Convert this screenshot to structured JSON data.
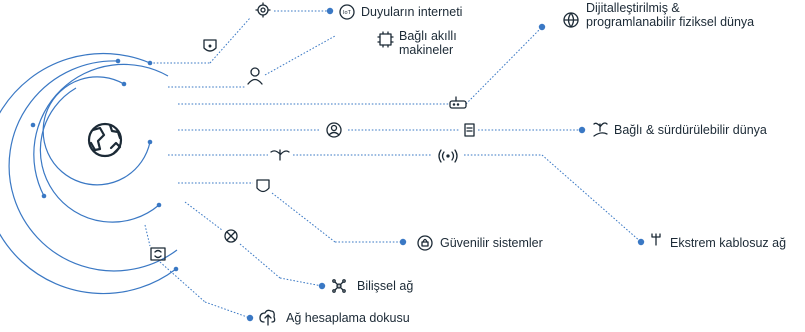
{
  "colors": {
    "accent": "#3a78c4",
    "line": "#3a78c4",
    "icon": "#1c2a36",
    "background": "#ffffff"
  },
  "center_icon": "globe-icon",
  "nodes": [
    {
      "id": "iot",
      "icon": "iot-circle-icon",
      "label_lines": [
        "Duyuların interneti"
      ]
    },
    {
      "id": "digital",
      "icon": "globe-icon",
      "label_lines": [
        "Dijitalleştirilmiş &",
        "programlanabilir fiziksel dünya"
      ]
    },
    {
      "id": "smart",
      "icon": "ai-chip-icon",
      "label_lines": [
        "Bağlı akıllı",
        "makineler"
      ]
    },
    {
      "id": "sustain",
      "icon": "sprout-hand-icon",
      "label_lines": [
        "Bağlı & sürdürülebilir dünya"
      ]
    },
    {
      "id": "trusted",
      "icon": "shield-lock-icon",
      "label_lines": [
        "Güvenilir sistemler"
      ]
    },
    {
      "id": "wireless",
      "icon": "antenna-icon",
      "label_lines": [
        "Ekstrem kablosuz ağ"
      ]
    },
    {
      "id": "cognitive",
      "icon": "network-nodes-icon",
      "label_lines": [
        "Bilişsel ağ"
      ]
    },
    {
      "id": "compute",
      "icon": "cloud-upload-icon",
      "label_lines": [
        "Ağ hesaplama dokusu"
      ]
    }
  ],
  "intermediate_icons": [
    "gear-icon",
    "shield-icon",
    "person-icon",
    "router-icon",
    "person-circle-icon",
    "document-icon",
    "plant-icon",
    "wireless-signal-icon",
    "shield-icon",
    "recycle-icon",
    "sync-icon"
  ]
}
